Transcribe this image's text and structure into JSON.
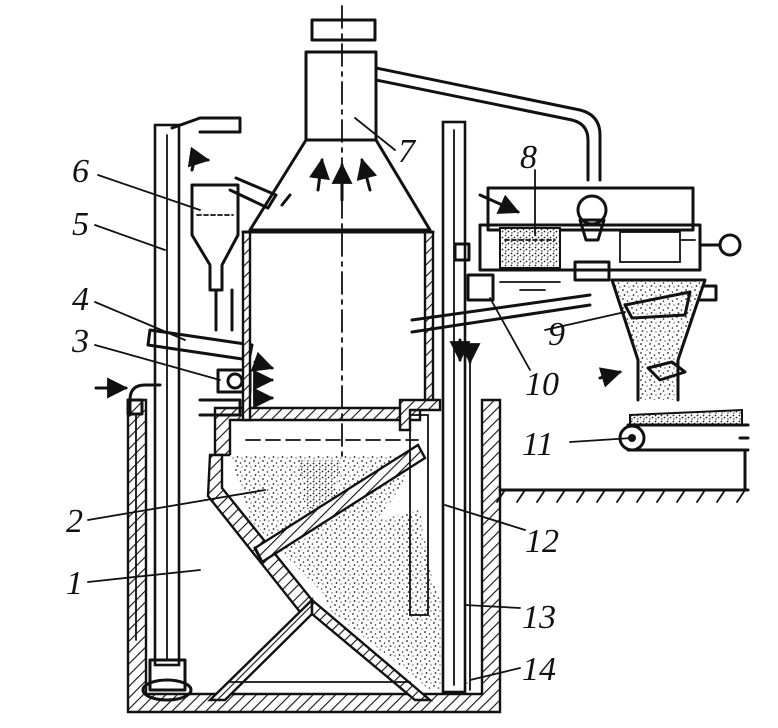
{
  "labels": [
    {
      "id": "l1",
      "text": "1"
    },
    {
      "id": "l2",
      "text": "2"
    },
    {
      "id": "l3",
      "text": "3"
    },
    {
      "id": "l4",
      "text": "4"
    },
    {
      "id": "l5",
      "text": "5"
    },
    {
      "id": "l6",
      "text": "6"
    },
    {
      "id": "l7",
      "text": "7"
    },
    {
      "id": "l8",
      "text": "8"
    },
    {
      "id": "l9",
      "text": "9"
    },
    {
      "id": "l10",
      "text": "10"
    },
    {
      "id": "l11",
      "text": "11"
    },
    {
      "id": "l12",
      "text": "12"
    },
    {
      "id": "l13",
      "text": "13"
    },
    {
      "id": "l14",
      "text": "14"
    }
  ]
}
